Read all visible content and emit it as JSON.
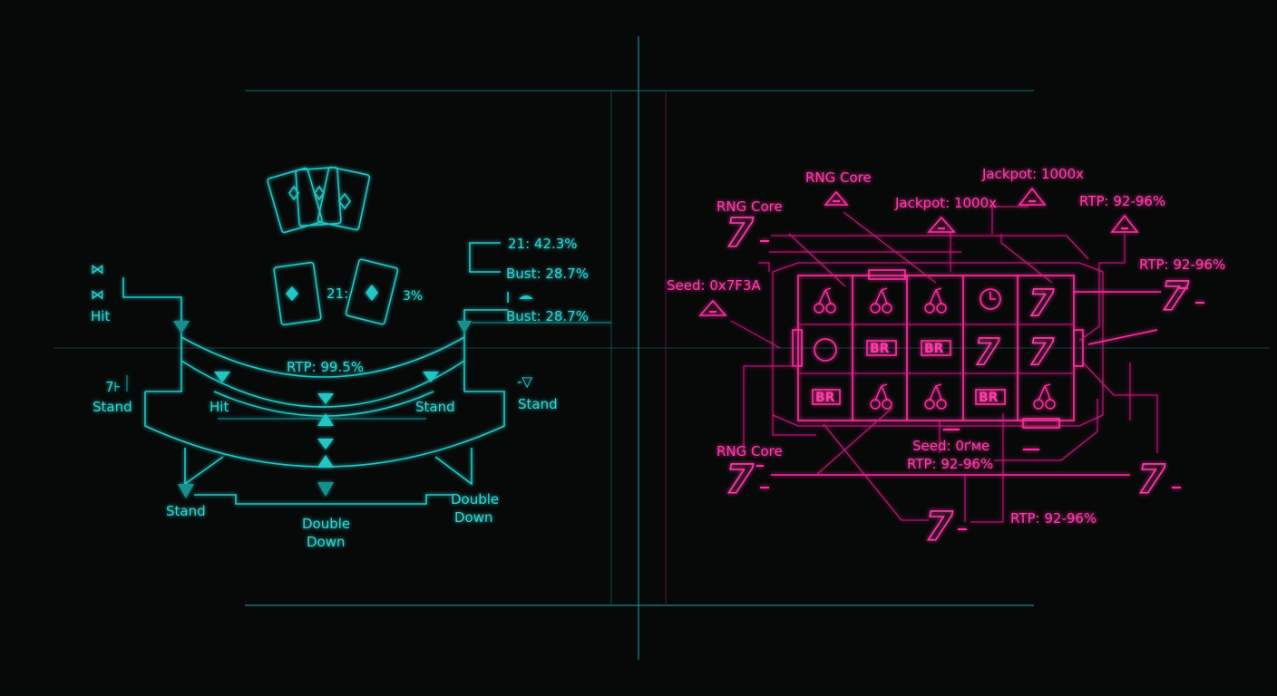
{
  "colors": {
    "background": "#070808",
    "blackjack_accent": "#22c6c4",
    "slot_accent": "#ff2f9f"
  },
  "blackjack": {
    "stats": {
      "win21": "21: 42.3%",
      "bust_a": "Bust: 28.7%",
      "bust_b": "Bust: 28.7%",
      "card_label_a": "21:",
      "card_label_b": "3%"
    },
    "rtp": "RTP: 99.5%",
    "actions": {
      "hit_outer": "Hit",
      "hit_inner": "Hit",
      "stand_left": "Stand",
      "stand_inner": "Stand",
      "stand_right": "Stand",
      "stand_bottom": "Stand",
      "double_center_line1": "Double",
      "double_center_line2": "Down",
      "double_right_line1": "Double",
      "double_right_line2": "Down"
    },
    "glyphs": {
      "hit_icon": "⋈",
      "stand_icon": "7⊦",
      "stand_right_icon": "-▽"
    },
    "icons": [
      "card-fan-icon",
      "card-pair-icon",
      "down-triangle-icon",
      "up-triangle-icon"
    ]
  },
  "slot": {
    "labels": {
      "rng_top": "RNG Core",
      "rng_left": "RNG Core",
      "rng_bottom": "RNG Core",
      "jackpot_top": "Jackpot: 1000x",
      "jackpot_mid": "Jackpot: 1000x",
      "rtp_top": "RTP: 92-96%",
      "rtp_right": "RTP: 92-96%",
      "rtp_mid": "RTP: 92-96%",
      "rtp_bottom": "RTP: 92-96%",
      "seed_left": "Seed: 0x7F3A",
      "seed_bottom": "Seed: 0ґме"
    },
    "reels": [
      [
        "cherry",
        "circle",
        "bar"
      ],
      [
        "cherry",
        "bar",
        "cherry"
      ],
      [
        "cherry",
        "bar",
        "cherry"
      ],
      [
        "clock",
        "seven",
        "bar"
      ],
      [
        "seven",
        "seven",
        "cherry"
      ]
    ],
    "bar_text": "BR",
    "seven_text": "7",
    "icons": [
      "seven-icon",
      "cherry-icon",
      "bar-icon",
      "warning-triangle-icon"
    ]
  }
}
